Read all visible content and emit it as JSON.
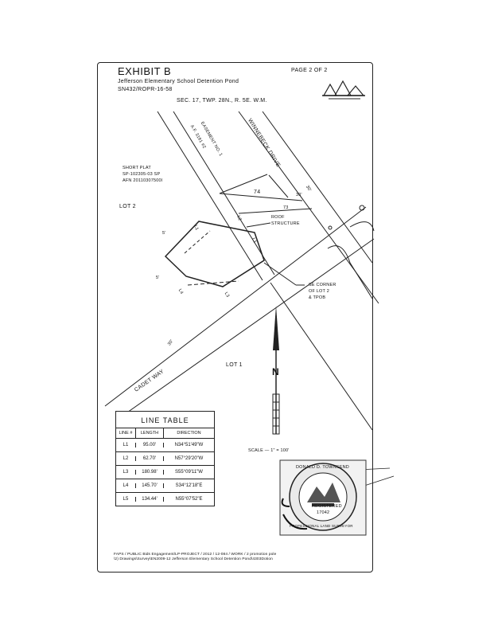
{
  "exhibit": {
    "title": "EXHIBIT B",
    "subtitle": "Jefferson Elementary School Detention Pond",
    "code": "SN432/ROPR-16-58",
    "page": "PAGE 2 OF 2",
    "location": "SEC. 17, TWP. 28N., R. 5E. W.M."
  },
  "map_labels": {
    "easement_1": "EASEMENT NO. 1",
    "easement_2": "A.F. 3161 #2",
    "short_plat_1": "SHORT PLAT",
    "short_plat_2": "SP-102305-03 SP",
    "short_plat_3": "AFN 20110307500l",
    "lot2": "LOT 2",
    "lot1": "LOT 1",
    "road": "WINNEBECK DRIVE",
    "road_width": "30'",
    "cadet_way": "CADET WAY",
    "cadet_width": "30'",
    "cadet_width2": "30'",
    "dim_74": "74",
    "dim_73": "73",
    "dim_5_top": "5'",
    "dim_5_bottom": "5'",
    "roof_1": "ROOF",
    "roof_2": "STRUCTURE",
    "se_corner_1": "SE CORNER",
    "se_corner_2": "OF LOT 2",
    "se_corner_3": "& TPOB",
    "north": "N",
    "scale": "SCALE — 1\" = 100'",
    "l1": "L1",
    "l2": "L2",
    "l3": "L3",
    "l4": "L4",
    "l5": "L5",
    "l1b": "L1"
  },
  "line_table": {
    "title": "LINE TABLE",
    "headers": [
      "LINE #",
      "LENGTH",
      "DIRECTION"
    ],
    "rows": [
      [
        "L1",
        "95.00'",
        "N34°51'49\"W"
      ],
      [
        "L2",
        "62.70'",
        "N57°29'20\"W"
      ],
      [
        "L3",
        "180.98'",
        "S55°09'11\"W"
      ],
      [
        "L4",
        "145.70'",
        "S34°12'18\"E"
      ],
      [
        "L5",
        "134.44'",
        "N55°07'52\"E"
      ]
    ]
  },
  "seal": {
    "name": "DONALD D. TOWNSEND",
    "license": "17042",
    "text": "PROFESSIONAL LAND SURVEYOR",
    "registered": "REGISTERED"
  },
  "footer": {
    "line1": "FAPS / PUBLIC Bids Engagement/LP-PROJECT / 2012 / 12-084 / WORK / 2 promotion pole",
    "line2": "\\2) Drawings\\Survey\\EN2009-12 Jefferson Elementary School Detention Pond\\4303Dotion"
  }
}
